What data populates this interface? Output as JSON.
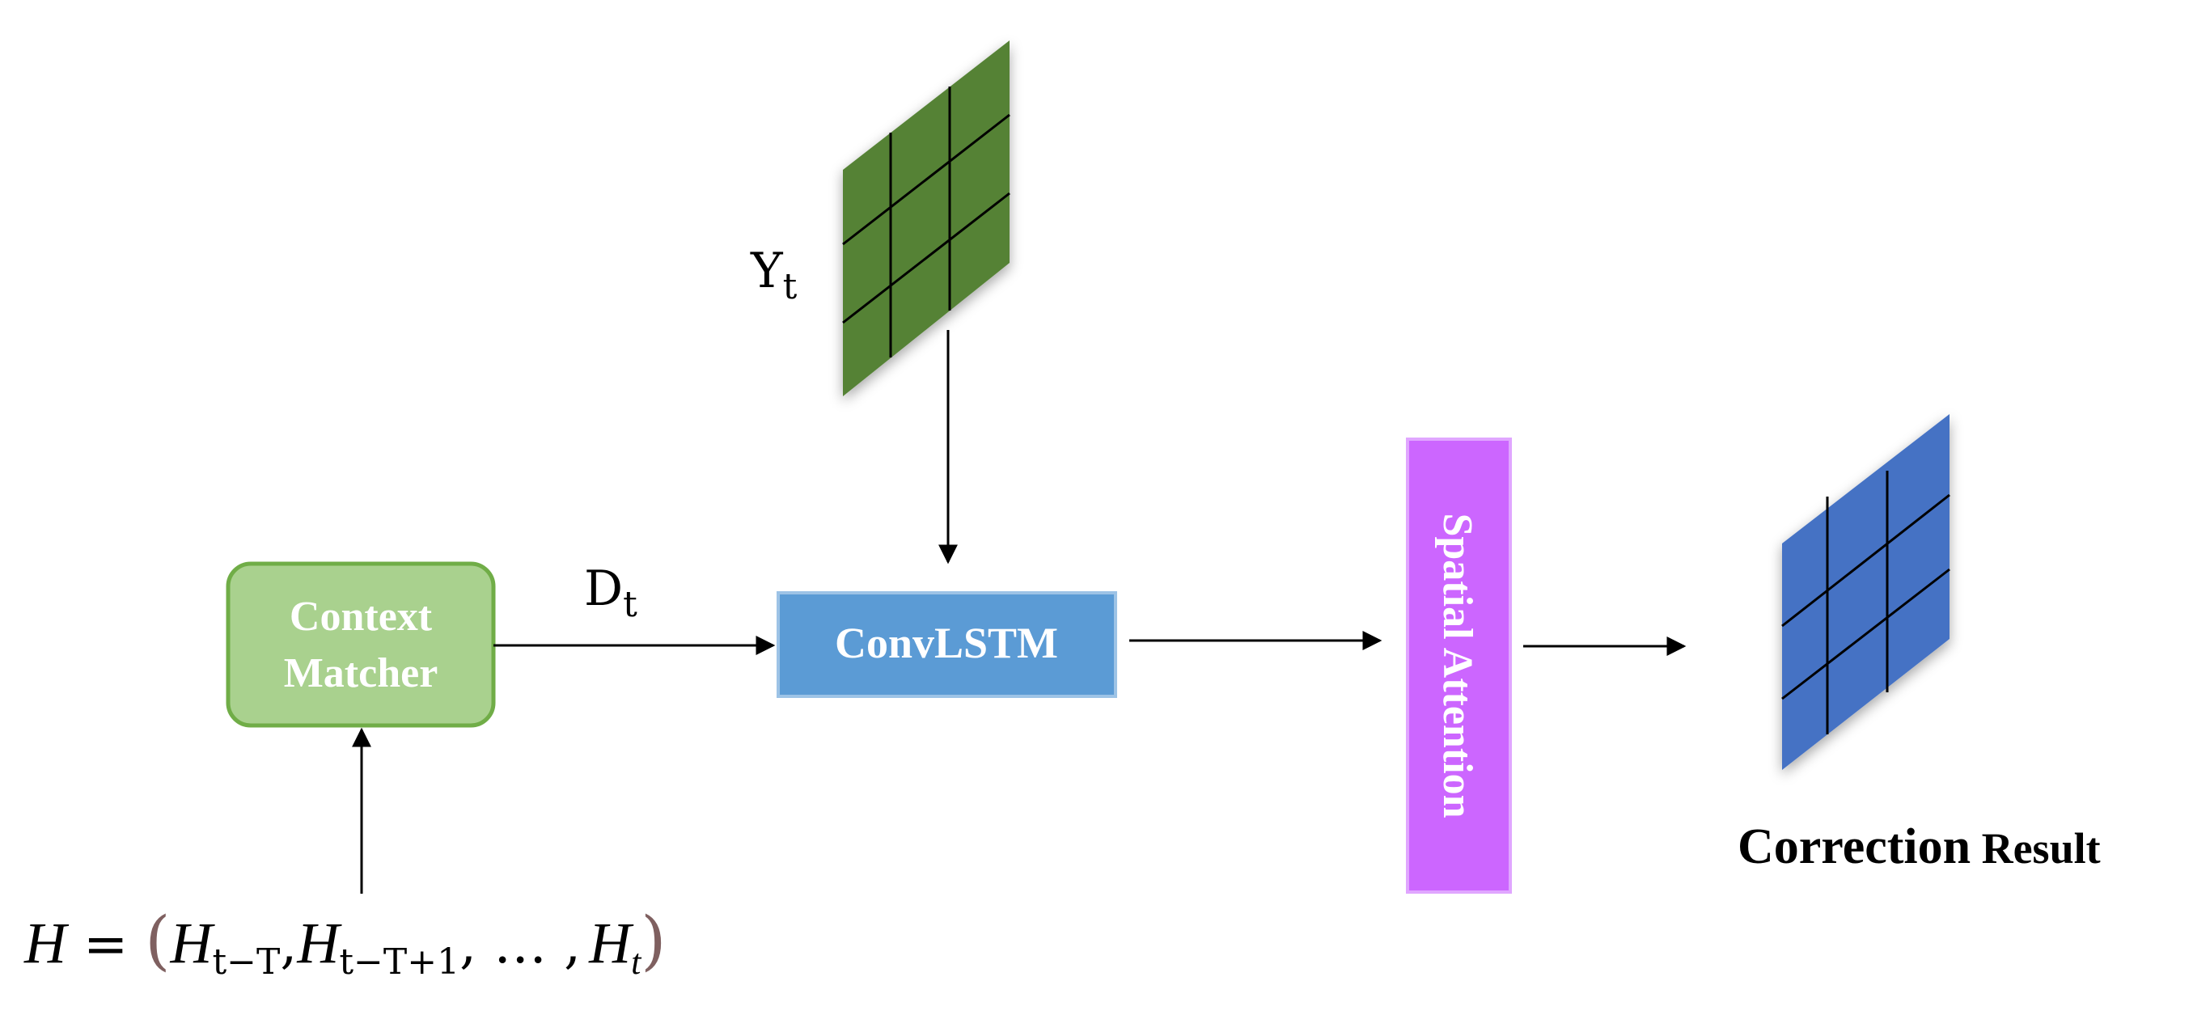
{
  "colors": {
    "context_fill": "#a9d18e",
    "context_stroke": "#70ad47",
    "convlstm_fill": "#5b9bd5",
    "convlstm_stroke": "#9dc3e6",
    "attention_fill": "#cc66ff",
    "attention_stroke": "#e0a6ff",
    "input_grid": "#548235",
    "output_grid": "#4472c4",
    "bracket": "#7f6060"
  },
  "nodes": {
    "context_matcher": {
      "line1": "Context",
      "line2": "Matcher"
    },
    "convlstm": {
      "label": "ConvLSTM"
    },
    "spatial_attention": {
      "label": "Spatial Attention"
    }
  },
  "labels": {
    "yt_main": "Y",
    "yt_sub": "t",
    "dt_main": "D",
    "dt_sub": "t",
    "output_caption_a": "Correction",
    "output_caption_b": " Result"
  },
  "formula": {
    "lhs": "H",
    "equals": " = ",
    "open": "(",
    "h1": "H",
    "h1_sub": "t−T",
    "comma1": ",",
    "h2": "H",
    "h2_sub": "t−T+1",
    "mid": ", … ,",
    "h3": "H",
    "h3_sub": "t",
    "close": ")"
  },
  "icons": {
    "input_grid": "grid-icon",
    "output_grid": "grid-icon"
  }
}
